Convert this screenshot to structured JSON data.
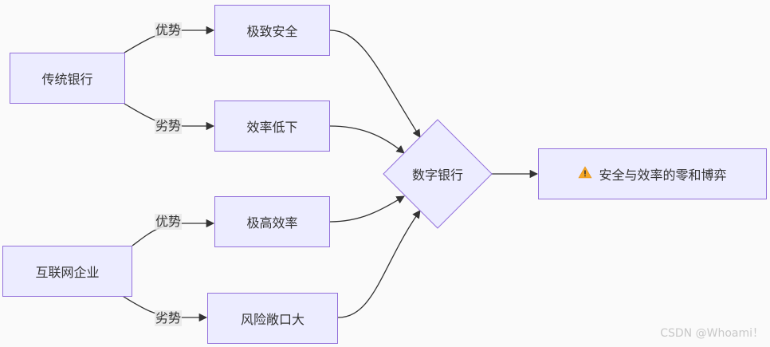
{
  "nodes": {
    "traditional_bank": "传统银行",
    "internet_company": "互联网企业",
    "extreme_security": "极致安全",
    "low_efficiency": "效率低下",
    "high_efficiency": "极高效率",
    "risk_exposure": "风险敞口大",
    "digital_bank": "数字银行",
    "result": "安全与效率的零和博弈"
  },
  "edge_labels": {
    "advantage_top": "优势",
    "disadvantage_top": "劣势",
    "advantage_bottom": "优势",
    "disadvantage_bottom": "劣势"
  },
  "icons": {
    "result_icon": "warning-icon"
  },
  "colors": {
    "node_fill": "#ececff",
    "node_border": "#9370db",
    "edge": "#333333",
    "label_bg": "#e8e8e8",
    "warning": "#f5a623"
  },
  "watermark": "CSDN @Whoami！"
}
